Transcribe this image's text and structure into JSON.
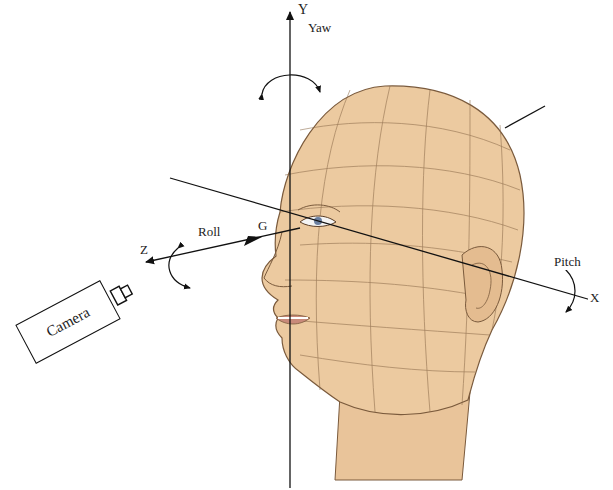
{
  "diagram": {
    "nodes": [
      {
        "text": [
          "Camera"
        ]
      }
    ],
    "labels": [
      "Y",
      "Yaw",
      "G",
      "Roll",
      "Z",
      "Pitch",
      "X"
    ]
  }
}
